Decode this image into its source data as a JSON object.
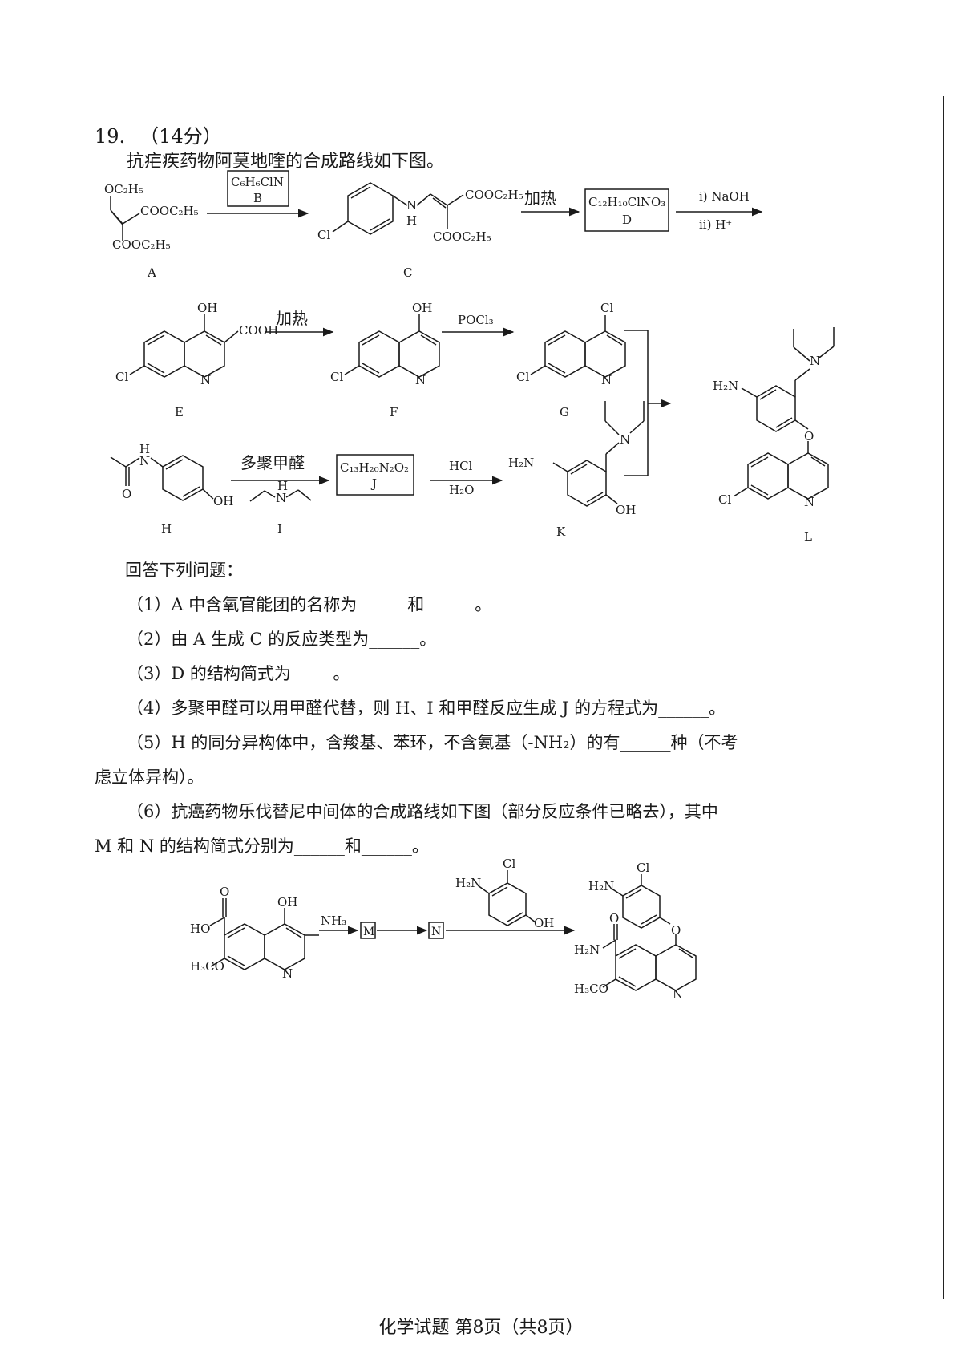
{
  "question": {
    "number": "19.",
    "points": "（14分）"
  },
  "intro": "抗疟疾药物阿莫地喹的合成路线如下图。",
  "scheme1": {
    "A": {
      "label": "A",
      "oet": "OC₂H₅",
      "ester1": "COOC₂H₅",
      "ester2": "COOC₂H₅"
    },
    "B": {
      "formula": "C₆H₆ClN",
      "label": "B"
    },
    "C": {
      "label": "C",
      "cl": "Cl",
      "nh_n": "N",
      "nh_h": "H",
      "ester1": "COOC₂H₅",
      "ester2": "COOC₂H₅"
    },
    "heat1": "加热",
    "D": {
      "formula": "C₁₂H₁₀ClNO₃",
      "label": "D"
    },
    "cond_D": {
      "step1": "i) NaOH",
      "step2": "ii) H⁺"
    },
    "E": {
      "label": "E",
      "oh": "OH",
      "cooh": "COOH",
      "cl": "Cl",
      "n": "N"
    },
    "heat2": "加热",
    "F": {
      "label": "F",
      "oh": "OH",
      "cl": "Cl",
      "n": "N"
    },
    "poc": "POCl₃",
    "G": {
      "label": "G",
      "cl4": "Cl",
      "cl7": "Cl",
      "n": "N"
    },
    "L": {
      "label": "L",
      "h2n": "H₂N",
      "n_amine": "N",
      "o": "O",
      "cl": "Cl",
      "n_ring": "N"
    },
    "H": {
      "label": "H",
      "nh_h": "H",
      "nh_n": "N",
      "o": "O",
      "oh": "OH"
    },
    "reagent_J": "多聚甲醛",
    "I": {
      "label": "I",
      "h": "H",
      "n": "N"
    },
    "J": {
      "formula": "C₁₃H₂₀N₂O₂",
      "label": "J"
    },
    "cond_K": {
      "reagent": "HCl",
      "solvent": "H₂O"
    },
    "K": {
      "label": "K",
      "h2n": "H₂N",
      "n_amine": "N",
      "oh": "OH"
    }
  },
  "answers": {
    "heading": "回答下列问题：",
    "q1": "（1）A 中含氧官能团的名称为______和______。",
    "q2": "（2）由 A 生成 C 的反应类型为______。",
    "q3": "（3）D 的结构简式为_____。",
    "q4": "（4）多聚甲醛可以用甲醛代替，则 H、I 和甲醛反应生成 J 的方程式为______。",
    "q5_line1": "（5）H 的同分异构体中，含羧基、苯环，不含氨基（-NH₂）的有______种（不考",
    "q5_line2": "虑立体异构）。",
    "q6_line1": "（6）抗癌药物乐伐替尼中间体的合成路线如下图（部分反应条件已略去），其中",
    "q6_line2": "M 和 N 的结构简式分别为______和______。"
  },
  "scheme2": {
    "start": {
      "ho": "HO",
      "o": "O",
      "oh": "OH",
      "meo": "H₃CO",
      "n": "N"
    },
    "nh3": "NH₃",
    "M": "M",
    "N": "N",
    "phenol": {
      "h2n": "H₂N",
      "cl": "Cl",
      "oh": "OH"
    },
    "product": {
      "h2n_top": "H₂N",
      "cl": "Cl",
      "o_ether": "O",
      "o_amide": "O",
      "h2n_amide": "H₂N",
      "meo": "H₃CO",
      "n": "N"
    }
  },
  "footer": "化学试题 第8页（共8页）"
}
